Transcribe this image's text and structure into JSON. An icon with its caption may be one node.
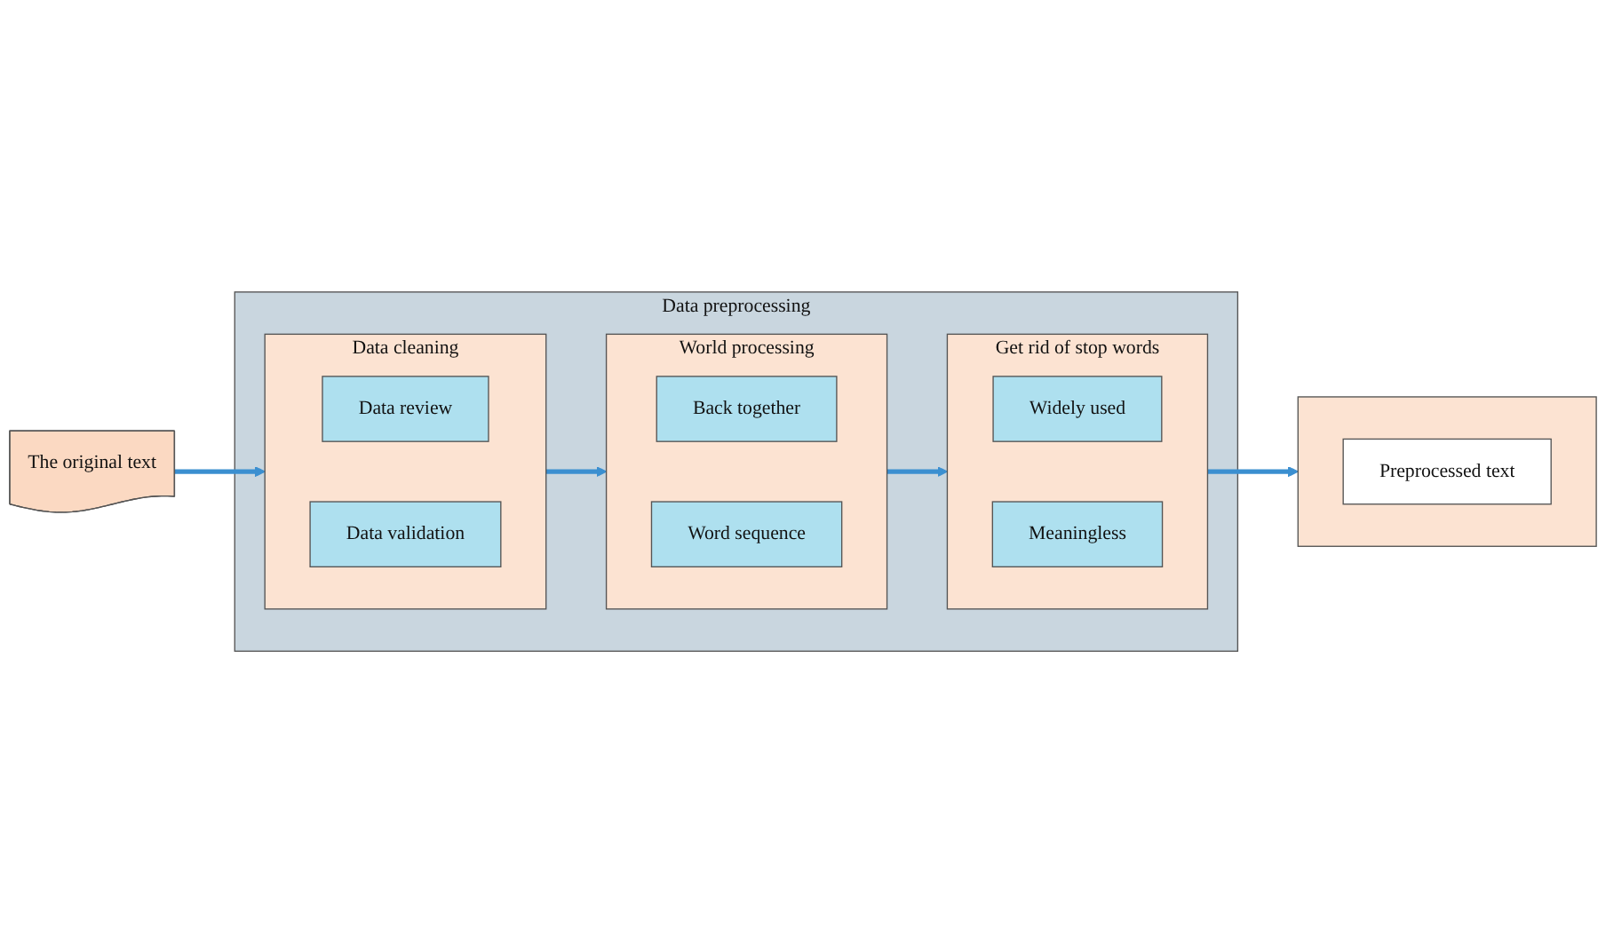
{
  "diagram": {
    "nodes": [
      {
        "text": [
          "The original text"
        ]
      },
      {
        "text": [
          "Data preprocessing"
        ]
      },
      {
        "text": [
          "Data cleaning"
        ],
        "in": 1
      },
      {
        "text": [
          "Data review"
        ],
        "in": 2
      },
      {
        "text": [
          "Data validation"
        ],
        "in": 2
      },
      {
        "text": [
          "World processing"
        ],
        "in": 1
      },
      {
        "text": [
          "Back together"
        ],
        "in": 5
      },
      {
        "text": [
          "Word sequence"
        ],
        "in": 5
      },
      {
        "text": [
          "Get rid of stop words"
        ],
        "in": 1
      },
      {
        "text": [
          "Widely used"
        ],
        "in": 8
      },
      {
        "text": [
          "Meaningless"
        ],
        "in": 8
      },
      {
        "text": [],
        "shape": "box"
      },
      {
        "text": [
          "Preprocessed text"
        ],
        "in": 11
      }
    ],
    "edges": [
      {
        "from": 0,
        "to": 2,
        "arrow": "to"
      },
      {
        "from": 2,
        "to": 5,
        "arrow": "to"
      },
      {
        "from": 5,
        "to": 8,
        "arrow": "to"
      },
      {
        "from": 8,
        "to": 11,
        "arrow": "to"
      }
    ]
  }
}
